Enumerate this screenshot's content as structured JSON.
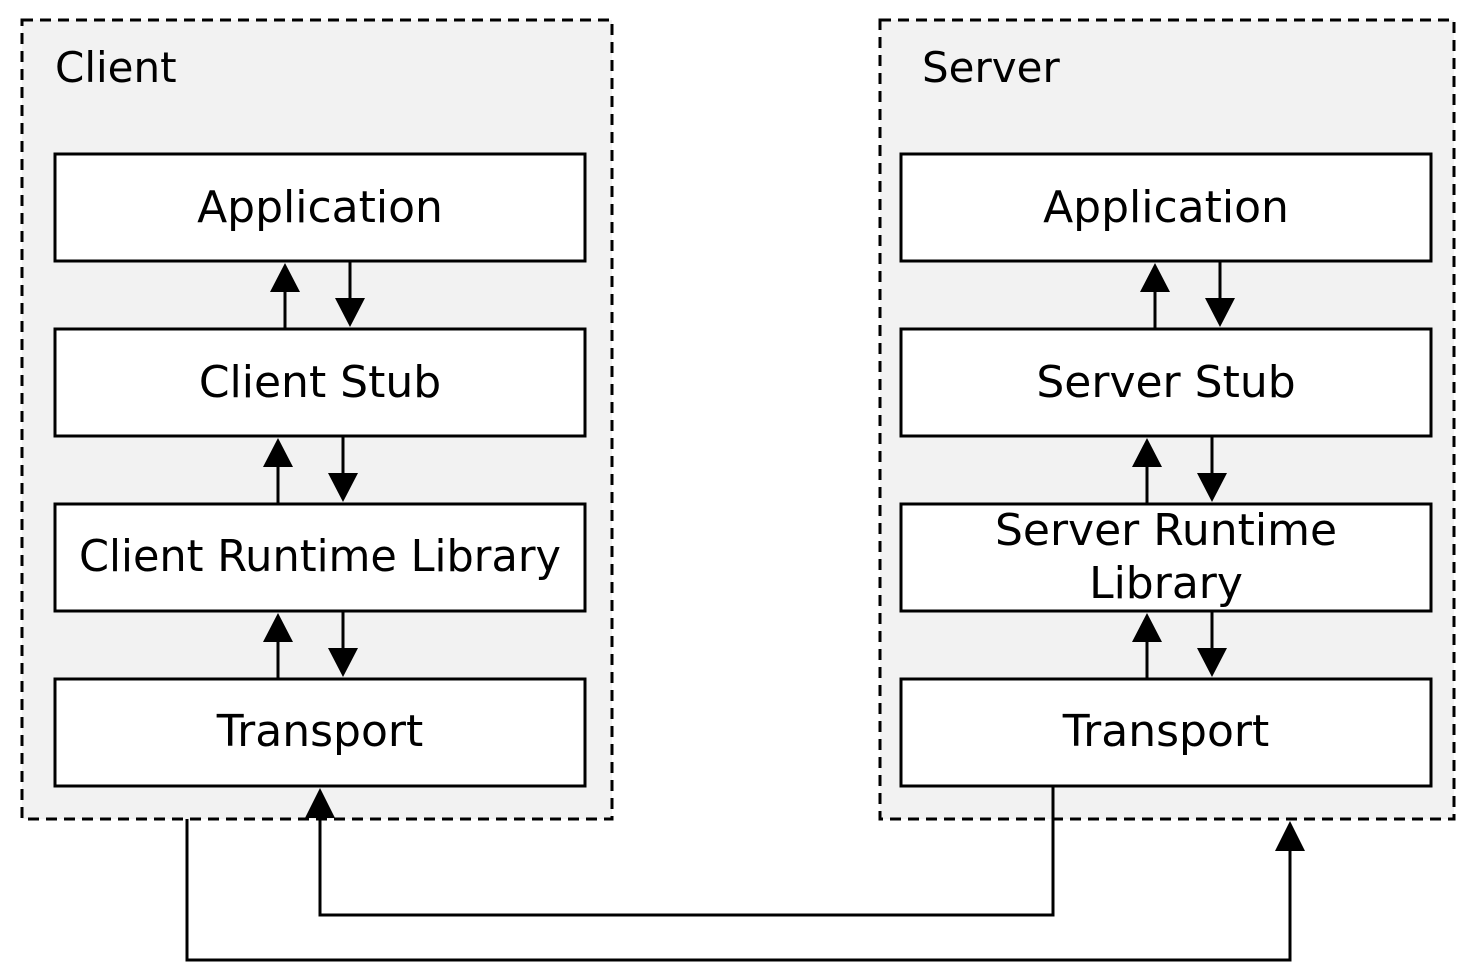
{
  "client": {
    "title": "Client",
    "layers": [
      "Application",
      "Client Stub",
      "Client Runtime Library",
      "Transport"
    ]
  },
  "server": {
    "title": "Server",
    "layers": [
      "Application",
      "Server Stub",
      "Server Runtime Library",
      "Transport"
    ]
  },
  "colors": {
    "container_fill": "#f2f2f2",
    "box_fill": "#ffffff",
    "stroke": "#000000"
  }
}
